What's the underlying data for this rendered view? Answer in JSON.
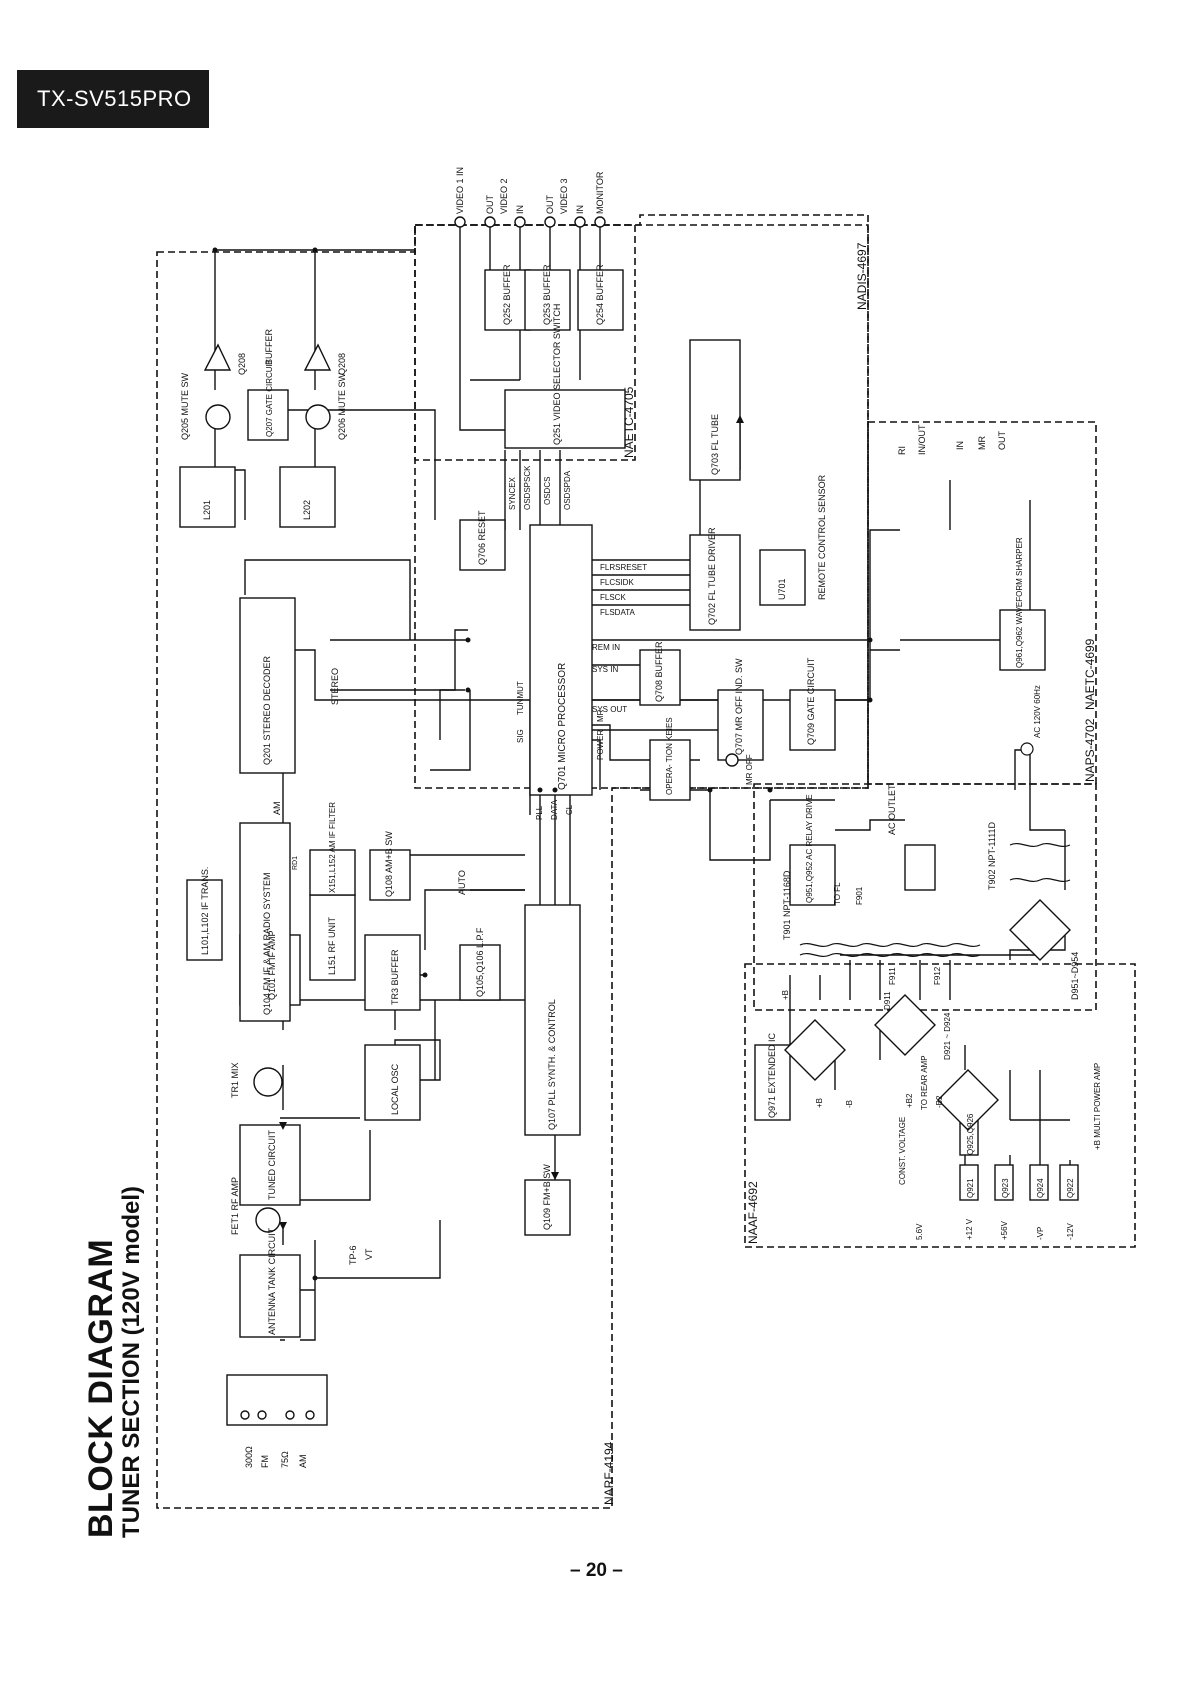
{
  "model_tag": "TX-SV515PRO",
  "title": "BLOCK DIAGRAM",
  "subtitle": "TUNER SECTION (120V model)",
  "page_number": "– 20 –",
  "boards": {
    "narf": "NARF-4194",
    "nadis": "NADIS-4697",
    "naetc_4705": "NAETC-4705",
    "naetc_4699": "NAETC-4699",
    "naps": "NAPS-4702",
    "naaf": "NAAF-4692"
  },
  "blocks": {
    "antenna_tank": "ANTENNA TANK CIRCUIT",
    "fet1": "FET1 RF AMP",
    "tuned_circuit": "TUNED CIRCUIT",
    "tr1_mix": "TR1 MIX",
    "local_osc": "LOCAL OSC",
    "tr3_buffer": "TR3 BUFFER",
    "q101": "Q101 FM IF AMP",
    "q104": "Q104 FM IF & AM RADIO SYSTEM",
    "l101": "L101,L102 IF TRANS.",
    "l151": "L151 RF UNIT",
    "x151": "X151,L152 AM IF FILTER",
    "q108": "Q108 AM+B SW",
    "q105": "Q105,Q106 L.P.F",
    "q107": "Q107 PLL SYNTH. & CONTROL",
    "q109": "Q109 FM+B SW",
    "q201": "Q201 STEREO DECODER",
    "l201": "L201",
    "l202": "L202",
    "q205": "Q205 MUTE SW",
    "q206": "Q206 MUTE SW",
    "q207": "Q207 GATE CIRCUIT",
    "q208a": "Q208",
    "q208b": "Q208",
    "buffer_label": "BUFFER",
    "q701": "Q701 MICRO PROCESSOR",
    "q702": "Q702 FL TUBE DRIVER",
    "q703": "Q703 FL TUBE",
    "q706": "Q706 RESET",
    "q707": "Q707 MR OFF IND. SW",
    "q708": "Q708 BUFFER",
    "q709": "Q709 GATE CIRCUIT",
    "u701": "U701",
    "remote": "REMOTE CONTROL SENSOR",
    "operation": "OPERA- TION KEIES",
    "mr_off": "MR OFF",
    "q251": "Q251 VIDEO SELECTOR SWITCH",
    "q252": "Q252 BUFFER",
    "q253": "Q253 BUFFER",
    "q254": "Q254 BUFFER",
    "q961": "Q961,Q962 WAVEFORM SHARPER",
    "q951": "Q951,Q952 AC RELAY DRIVE",
    "t901": "T901 NPT-1168D",
    "t902": "T902 NPT-1111D",
    "d951": "D951~D954",
    "q971": "Q971 EXTENDED IC",
    "q925": "Q925,Q926",
    "q921": "Q921",
    "q923": "Q923",
    "q924": "Q924",
    "q922": "Q922"
  },
  "signals": {
    "am": "AM",
    "auto": "AUTO",
    "stereo": "STEREO",
    "tunmut": "TUNMUT",
    "sig": "SIG",
    "power": "POWER",
    "mr": "MR",
    "pll": "PLL",
    "data": "DATA",
    "cl": "CL",
    "syncex": "SYNCEX",
    "osdspsck": "OSDSPSCK",
    "osdcs": "OSDCS",
    "osdspda": "OSDSPDA",
    "flreset": "FLRSRESET",
    "flcsidk": "FLCSIDK",
    "flsck": "FLSCK",
    "flsdata": "FLSDATA",
    "rem_in": "REM IN",
    "sys_in": "SYS IN",
    "sys_out": "SYS OUT",
    "tp6": "TP-6",
    "vt": "VT",
    "rd": "RD1"
  },
  "terminals": {
    "video1_in": "VIDEO 1 IN",
    "video2_out": "OUT",
    "video2": "VIDEO 2",
    "video2_in": "IN",
    "video3_out": "OUT",
    "video3": "VIDEO 3",
    "video3_in": "IN",
    "monitor": "MONITOR",
    "ri": "RI",
    "in_out": "IN/OUT",
    "mr_in": "IN",
    "mr": "MR",
    "mr_out": "OUT",
    "ant_300": "300Ω",
    "ant_fm": "FM",
    "ant_75": "75Ω",
    "ant_am": "AM",
    "ac_in": "AC 120V 60Hz",
    "ac_outlet": "AC OUTLET",
    "to_fl": "TO FL",
    "f901": "F901",
    "f911": "F911",
    "f912": "F912",
    "d911": "D911",
    "d921": "D921 ~ D924"
  },
  "power": {
    "pb1": "+B",
    "mb": "-B",
    "pb": "+B",
    "pb2": "+B2",
    "mb2": "-B2",
    "to_rear_amp": "TO REAR AMP",
    "multi": "+B MULTI POWER AMP",
    "const_voltage": "CONST. VOLTAGE",
    "v56": "5.6V",
    "v12p": "+12 V",
    "v56p": "+56V",
    "vp": "-VP",
    "v12m": "-12V"
  }
}
